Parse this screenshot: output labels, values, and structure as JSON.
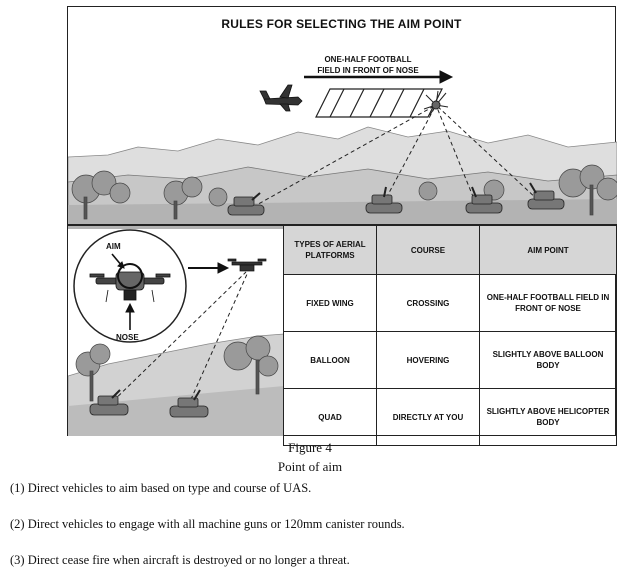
{
  "figure": {
    "title": "RULES FOR SELECTING THE AIM POINT",
    "arrow_label_line1": "ONE-HALF FOOTBALL",
    "arrow_label_line2": "FIELD IN FRONT OF NOSE",
    "inset_aim_label": "AIM",
    "inset_nose_label": "NOSE",
    "table": {
      "headers": [
        "TYPES OF AERIAL PLATFORMS",
        "COURSE",
        "AIM POINT"
      ],
      "rows": [
        [
          "FIXED WING",
          "CROSSING",
          "ONE-HALF FOOTBALL FIELD IN FRONT OF NOSE"
        ],
        [
          "BALLOON",
          "HOVERING",
          "SLIGHTLY ABOVE BALLOON BODY"
        ],
        [
          "QUAD",
          "DIRECTLY AT YOU",
          "SLIGHTLY ABOVE HELICOPTER BODY"
        ]
      ]
    }
  },
  "caption": {
    "figure_number": "Figure 4",
    "figure_title": "Point of aim"
  },
  "instructions": [
    "(1) Direct vehicles to aim based on type and course of UAS.",
    "(2) Direct vehicles to engage with all machine guns or 120mm canister rounds.",
    "(3) Direct cease fire when aircraft is destroyed or no longer a threat."
  ]
}
